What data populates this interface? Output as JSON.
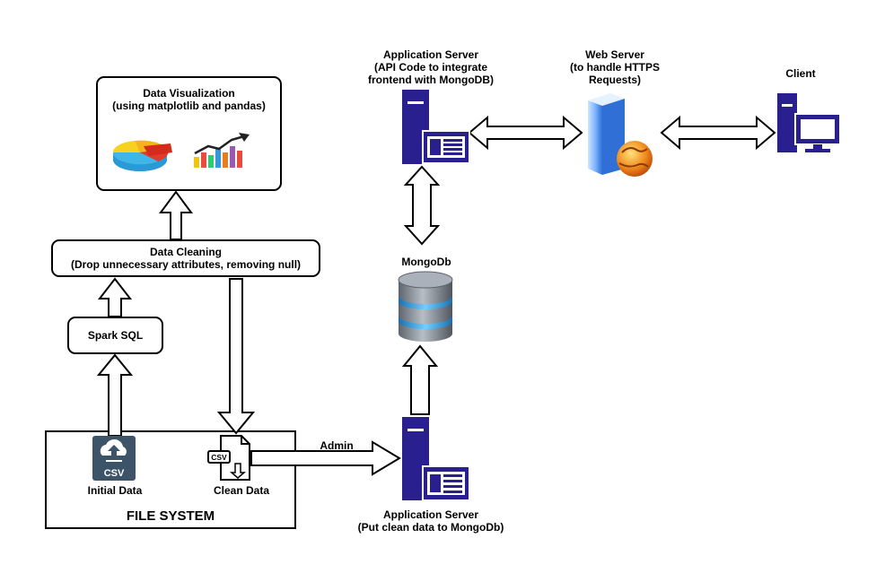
{
  "diagram": {
    "data_visualization": {
      "title": "Data Visualization",
      "subtitle": "(using matplotlib and pandas)"
    },
    "data_cleaning": {
      "title": "Data Cleaning",
      "subtitle": "(Drop unnecessary attributes, removing null)"
    },
    "spark_sql": {
      "label": "Spark SQL"
    },
    "file_system": {
      "title": "FILE SYSTEM",
      "initial_data": "Initial Data",
      "clean_data": "Clean Data",
      "csv_badge": "CSV"
    },
    "admin_label": "Admin",
    "app_server_top": {
      "title": "Application Server",
      "line2": "(API Code to integrate",
      "line3": "frontend with MongoDB)"
    },
    "web_server": {
      "title": "Web Server",
      "line2": "(to handle HTTPS",
      "line3": "Requests)"
    },
    "client": {
      "label": "Client"
    },
    "mongodb": {
      "label": "MongoDb"
    },
    "app_server_bottom": {
      "title": "Application Server",
      "subtitle": "(Put clean data to MongoDb)"
    }
  },
  "colors": {
    "server_navy": "#2a1f8f",
    "db_gray": "#7d8590",
    "db_blue": "#3aa0e0",
    "csv_tile": "#3d5468"
  }
}
